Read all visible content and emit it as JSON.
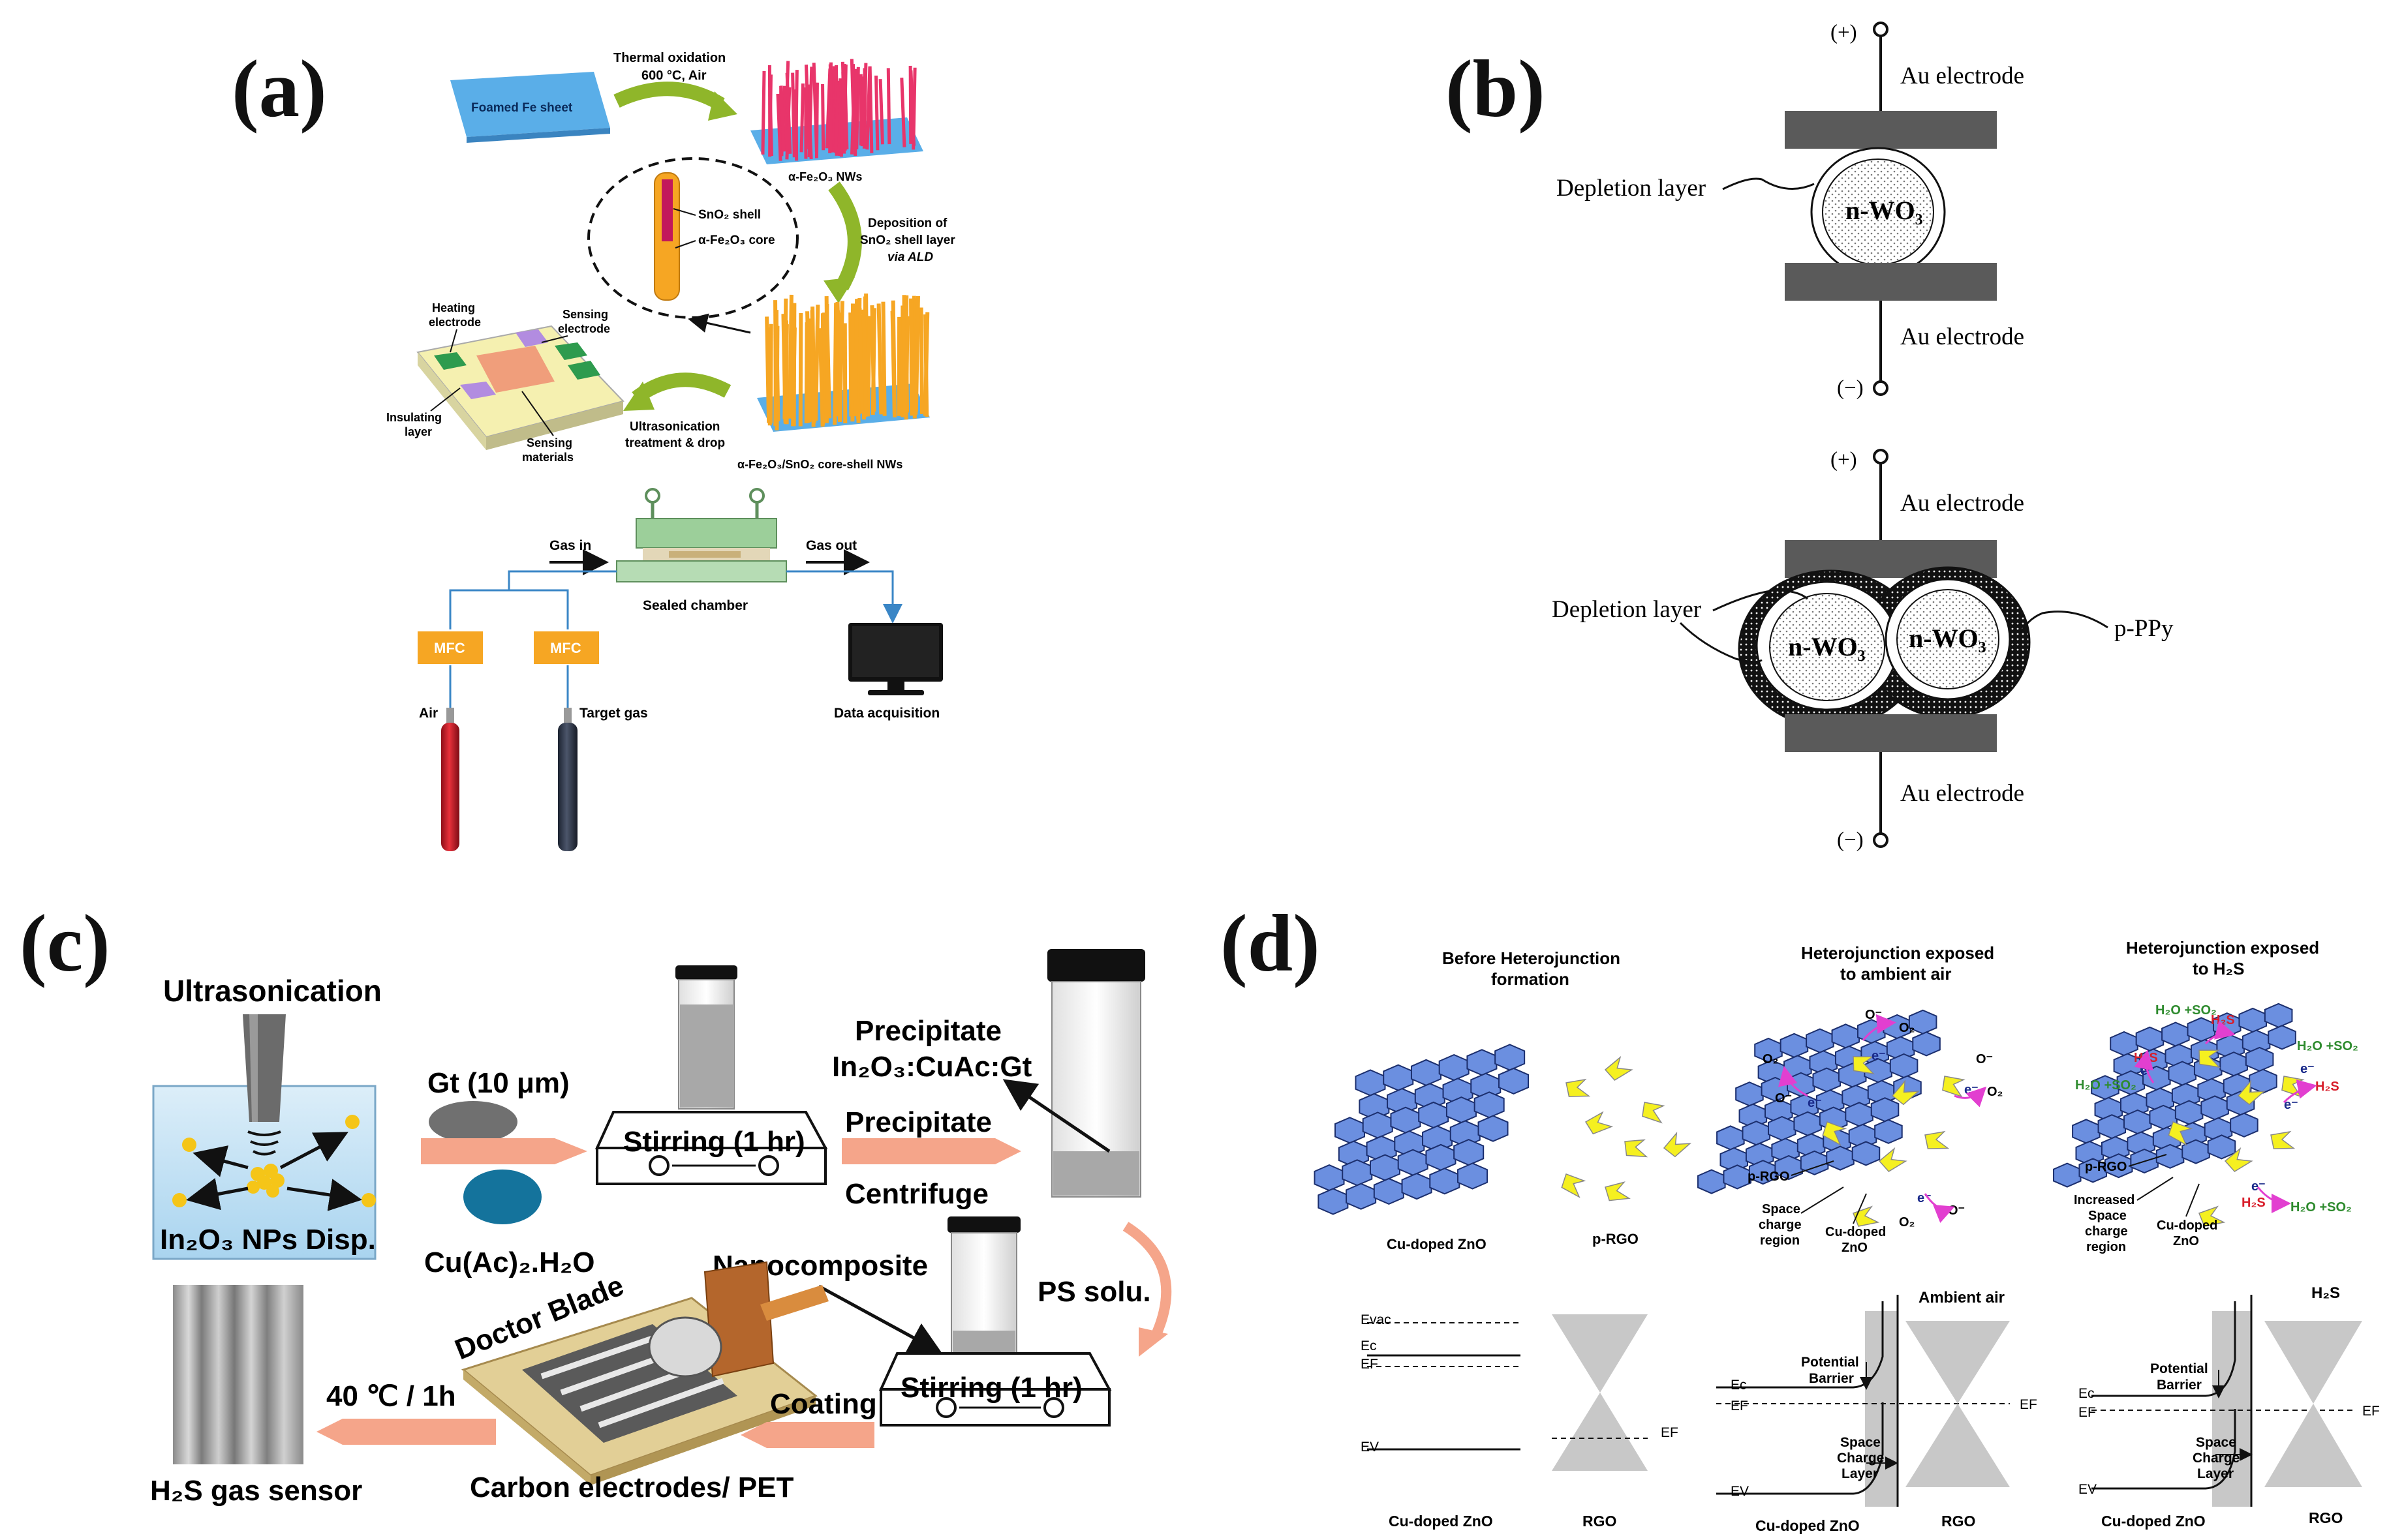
{
  "panels": {
    "a": {
      "letter": "(a)",
      "foamed_fe_sheet": "Foamed Fe sheet",
      "thermal_oxidation_1": "Thermal oxidation",
      "thermal_oxidation_2": "600 °C, Air",
      "fe2o3_nws": "α-Fe₂O₃ NWs",
      "sno2_shell": "SnO₂ shell",
      "fe2o3_core": "α-Fe₂O₃ core",
      "deposition_1": "Deposition of",
      "deposition_2": "SnO₂ shell layer",
      "deposition_3": "via ALD",
      "heating_electrode_1": "Heating",
      "heating_electrode_2": "electrode",
      "sensing_electrode_1": "Sensing",
      "sensing_electrode_2": "electrode",
      "insulating_layer_1": "Insulating",
      "insulating_layer_2": "layer",
      "sensing_materials_1": "Sensing",
      "sensing_materials_2": "materials",
      "ultrasonication_1": "Ultrasonication",
      "ultrasonication_2": "treatment & drop",
      "core_shell_nws": "α-Fe₂O₃/SnO₂ core-shell NWs",
      "gas_in": "Gas in",
      "gas_out": "Gas out",
      "sealed_chamber": "Sealed chamber",
      "mfc_1": "MFC",
      "mfc_2": "MFC",
      "air": "Air",
      "target_gas": "Target gas",
      "data_acquisition": "Data acquisition"
    },
    "b": {
      "letter": "(b)",
      "plus_top": "(+)",
      "minus_top": "(−)",
      "plus_bottom": "(+)",
      "minus_bottom": "(−)",
      "au_electrode_1": "Au electrode",
      "au_electrode_2": "Au electrode",
      "au_electrode_3": "Au electrode",
      "au_electrode_4": "Au electrode",
      "depletion_layer_1": "Depletion layer",
      "depletion_layer_2": "Depletion layer",
      "n_wo3_1": "n-WO₃",
      "n_wo3_2": "n-WO₃",
      "n_wo3_3": "n-WO₃",
      "p_ppy": "p-PPy"
    },
    "c": {
      "letter": "(c)",
      "ultrasonication": "Ultrasonication",
      "in2o3_disp": "In₂O₃ NPs Disp.",
      "gt": "Gt (10 μm)",
      "cu_ac": "Cu(Ac)₂.H₂O",
      "stirring_1": "Stirring (1 hr)",
      "stirring_2": "Stirring (1 hr)",
      "precipitate_1": "Precipitate",
      "precipitate_2": "In₂O₃:CuAc:Gt",
      "precipitate_arrow": "Precipitate",
      "centrifuge": "Centrifuge",
      "ps_solu": "PS solu.",
      "nanocomposite": "Nanocomposite",
      "doctor_blade": "Doctor Blade",
      "coating": "Coating",
      "temp": "40 ℃ / 1h",
      "carbon_electrodes": "Carbon electrodes/ PET",
      "h2s_sensor": "H₂S gas sensor"
    },
    "d": {
      "letter": "(d)",
      "col1_title_1": "Before Heterojunction",
      "col1_title_2": "formation",
      "col2_title_1": "Heterojunction exposed",
      "col2_title_2": "to ambient air",
      "col3_title_1": "Heterojunction exposed",
      "col3_title_2": "to H₂S",
      "cu_doped_zno": "Cu-doped ZnO",
      "p_rgo": "p-RGO",
      "p_rgo_2": "p-RGO",
      "p_rgo_3": "p-RGO",
      "space_charge_1": "Space",
      "space_charge_2": "charge",
      "space_charge_3": "region",
      "cu_doped_2a": "Cu-doped",
      "cu_doped_2b": "ZnO",
      "inc_1": "Increased",
      "inc_2": "Space",
      "inc_3": "charge",
      "inc_4": "region",
      "cu_doped_3a": "Cu-doped",
      "cu_doped_3b": "ZnO",
      "o2": "O₂",
      "o_minus": "O⁻",
      "e_minus": "e⁻",
      "h2s": "H₂S",
      "h2o_so2": "H₂O +SO₂",
      "evac": "Evac",
      "ec": "Ec",
      "ef": "EF",
      "ev": "EV",
      "ambient_air": "Ambient air",
      "h2s_label": "H₂S",
      "potential_barrier_1": "Potential",
      "potential_barrier_2": "Barrier",
      "scl_1": "Space",
      "scl_2": "Charge",
      "scl_3": "Layer",
      "bottom_zno": "Cu-doped ZnO",
      "bottom_rgo": "RGO"
    }
  },
  "colors": {
    "nanowire_red": "#e8356a",
    "nanowire_orange": "#f6a623",
    "substrate_blue": "#5aaee8",
    "arrow_green": "#8fb62a",
    "mfc_orange": "#f6a623",
    "cylinder_red": "#d81e2b",
    "cylinder_dark": "#2c3446",
    "gas_line_blue": "#3a86c6",
    "hex_blue": "#6b8fe0",
    "rgo_yellow": "#f5f020",
    "arrow_salmon": "#f5a58a",
    "magenta": "#e23fd0",
    "band_gray": "#c8c8c8"
  },
  "icons": [
    "arrow-icon",
    "monitor-icon",
    "gas-cylinder-icon",
    "vial-icon",
    "stirrer-icon",
    "ultrasonic-probe-icon"
  ]
}
